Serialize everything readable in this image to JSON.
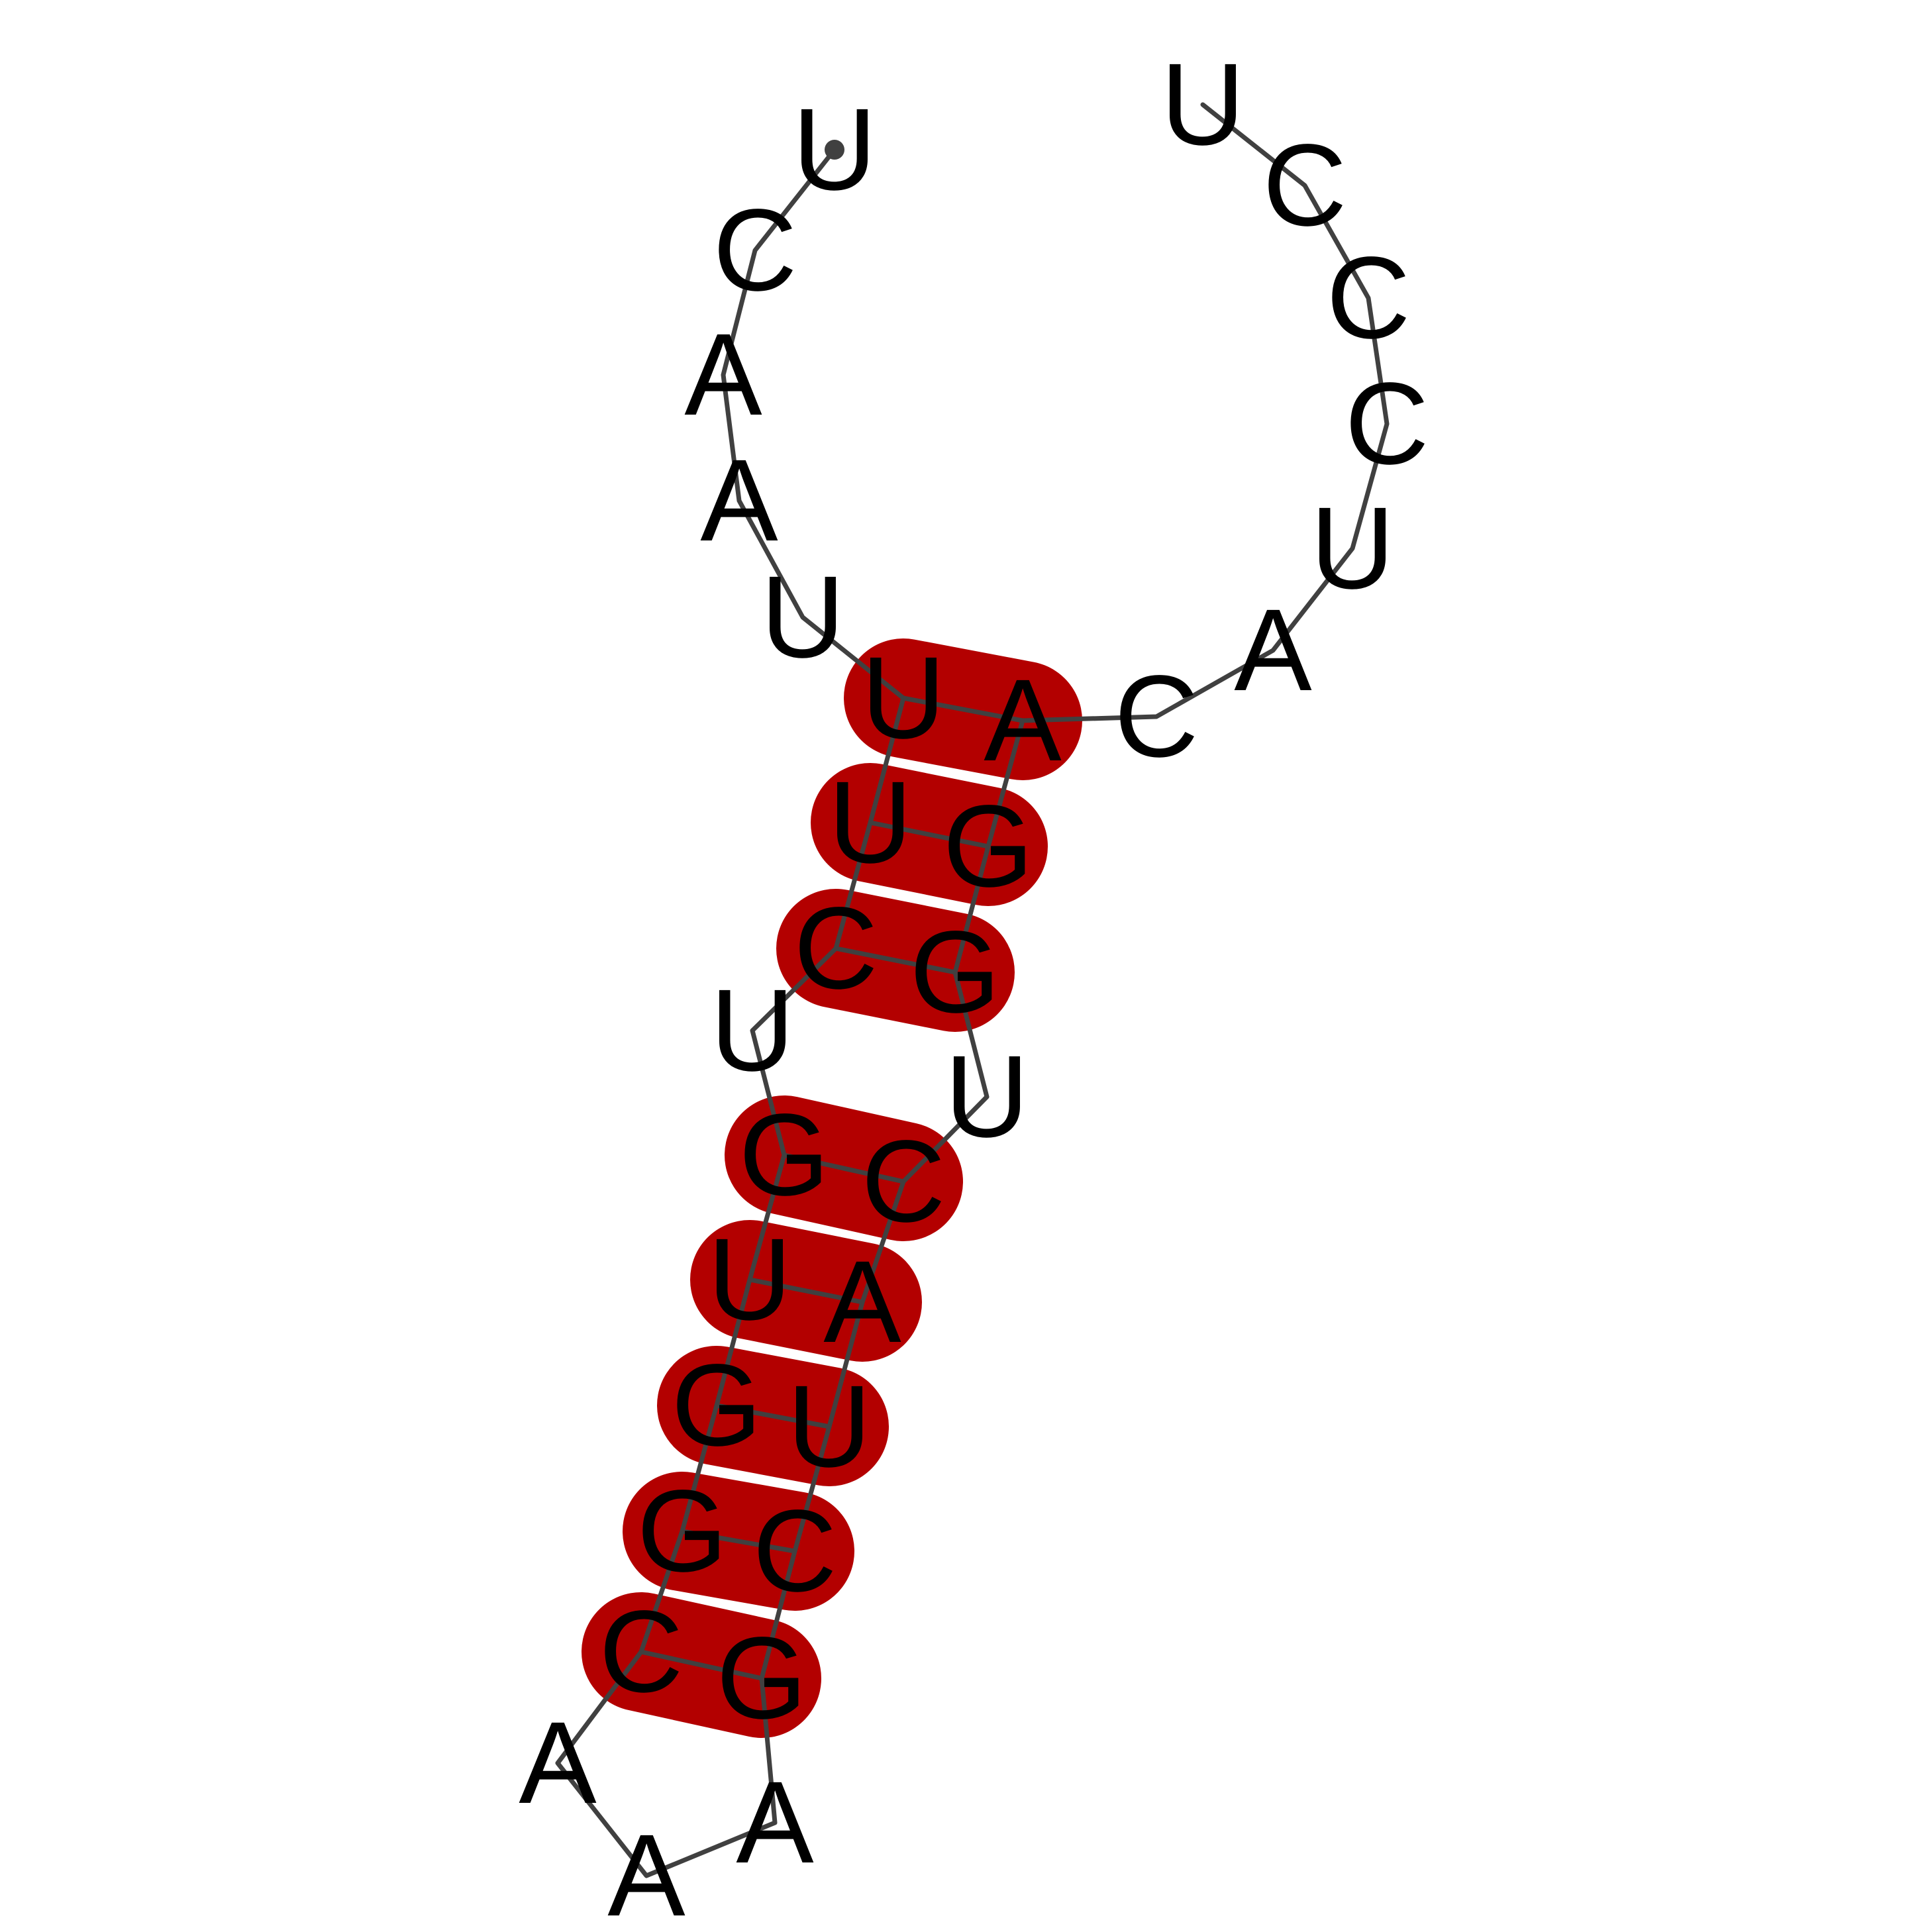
{
  "colors": {
    "helix": "#b30000",
    "backbone": "#404040",
    "letter": "#000000",
    "background": "#ffffff"
  },
  "nucleotides": [
    "U",
    "C",
    "A",
    "A",
    "U",
    "U",
    "U",
    "C",
    "U",
    "G",
    "U",
    "G",
    "G",
    "C",
    "A",
    "A",
    "A",
    "G",
    "C",
    "U",
    "A",
    "C",
    "U",
    "G",
    "G",
    "A",
    "C",
    "A",
    "U",
    "C",
    "C",
    "C",
    "U"
  ],
  "pairs": [
    [
      6,
      26
    ],
    [
      7,
      25
    ],
    [
      8,
      24
    ],
    [
      10,
      22
    ],
    [
      11,
      21
    ],
    [
      12,
      20
    ],
    [
      13,
      19
    ],
    [
      14,
      18
    ]
  ]
}
